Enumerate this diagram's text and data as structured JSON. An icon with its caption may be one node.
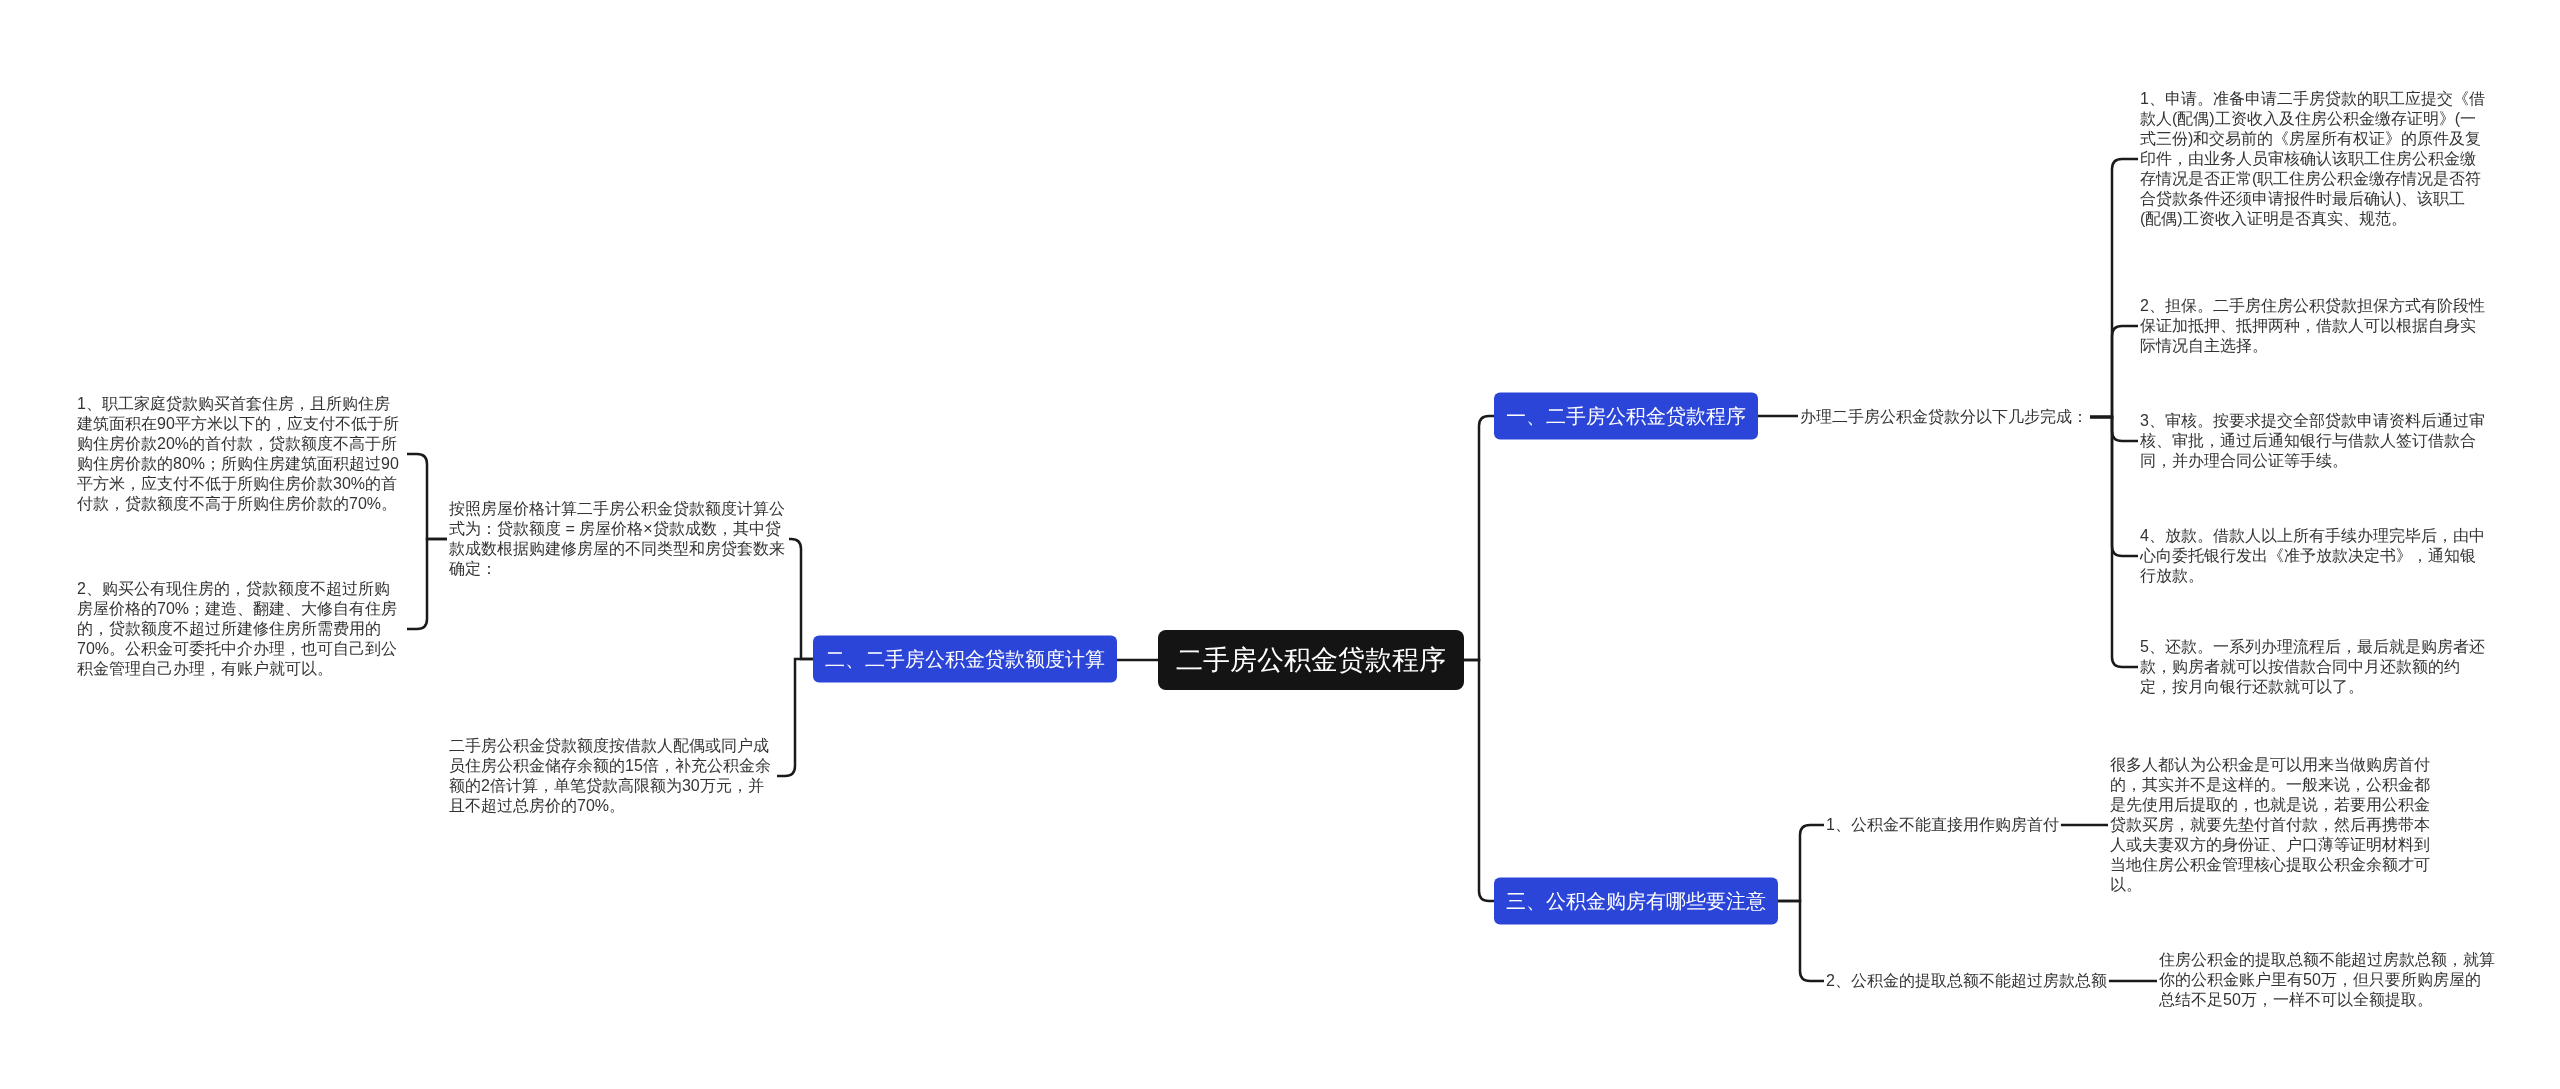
{
  "diagram": {
    "nodes": [
      {
        "text": [
          "二手房公积金贷款程序"
        ]
      },
      {
        "text": [
          "一、二手房公积金贷款程序"
        ]
      },
      {
        "text": [
          "办理二手房公积金贷款分以下几步完成："
        ]
      },
      {
        "text": [
          "1、申请。准备申请二手房贷款的职工应提交《借款人(配偶)工资收入及住房公积金缴存证明》(一式三份)和交易前的《房屋所有权证》的原件及复印件，由业务人员审核确认该职工住房公积金缴存情况是否正常(职工住房公积金缴存情况是否符合贷款条件还须申请报件时最后确认)、该职工(配偶)工资收入证明是否真实、规范。"
        ]
      },
      {
        "text": [
          "2、担保。二手房住房公积贷款担保方式有阶段性保证加抵押、抵押两种，借款人可以根据自身实际情况自主选择。"
        ]
      },
      {
        "text": [
          "3、审核。按要求提交全部贷款申请资料后通过审核、审批，通过后通知银行与借款人签订借款合同，并办理合同公证等手续。"
        ]
      },
      {
        "text": [
          "4、放款。借款人以上所有手续办理完毕后，由中心向委托银行发出《准予放款决定书》，通知银行放款。"
        ]
      },
      {
        "text": [
          "5、还款。一系列办理流程后，最后就是购房者还款，购房者就可以按借款合同中月还款额的约定，按月向银行还款就可以了。"
        ]
      },
      {
        "text": [
          "二、二手房公积金贷款额度计算"
        ]
      },
      {
        "text": [
          "按照房屋价格计算二手房公积金贷款额度计算公式为：贷款额度 = 房屋价格×贷款成数，其中贷款成数根据购建修房屋的不同类型和房贷套数来确定："
        ]
      },
      {
        "text": [
          "1、职工家庭贷款购买首套住房，且所购住房建筑面积在90平方米以下的，应支付不低于所购住房价款20%的首付款，贷款额度不高于所购住房价款的80%；所购住房建筑面积超过90平方米，应支付不低于所购住房价款30%的首付款，贷款额度不高于所购住房价款的70%。"
        ]
      },
      {
        "text": [
          "2、购买公有现住房的，贷款额度不超过所购房屋价格的70%；建造、翻建、大修自有住房的，贷款额度不超过所建修住房所需费用的70%。公积金可委托中介办理，也可自己到公积金管理自己办理，有账户就可以。"
        ]
      },
      {
        "text": [
          "二手房公积金贷款额度按借款人配偶或同户成员住房公积金储存余额的15倍，补充公积金余额的2倍计算，单笔贷款高限额为30万元，并且不超过总房价的70%。"
        ]
      },
      {
        "text": [
          "三、公积金购房有哪些要注意"
        ]
      },
      {
        "text": [
          "1、公积金不能直接用作购房首付"
        ]
      },
      {
        "text": [
          "很多人都认为公积金是可以用来当做购房首付的，其实并不是这样的。一般来说，公积金都是先使用后提取的，也就是说，若要用公积金贷款买房，就要先垫付首付款，然后再携带本人或夫妻双方的身份证、户口薄等证明材料到当地住房公积金管理核心提取公积金余额才可以。"
        ]
      },
      {
        "text": [
          "2、公积金的提取总额不能超过房款总额"
        ]
      },
      {
        "text": [
          "住房公积金的提取总额不能超过房款总额，就算你的公积金账户里有50万，但只要所购房屋的总结不足50万，一样不可以全额提取。"
        ]
      }
    ],
    "edges": [
      {
        "from": 0,
        "to": 1,
        "arrow": "none"
      },
      {
        "from": 0,
        "to": 8,
        "arrow": "none"
      },
      {
        "from": 0,
        "to": 13,
        "arrow": "none"
      },
      {
        "from": 1,
        "to": 2,
        "arrow": "none"
      },
      {
        "from": 2,
        "to": 3,
        "arrow": "none"
      },
      {
        "from": 2,
        "to": 4,
        "arrow": "none"
      },
      {
        "from": 2,
        "to": 5,
        "arrow": "none"
      },
      {
        "from": 2,
        "to": 6,
        "arrow": "none"
      },
      {
        "from": 2,
        "to": 7,
        "arrow": "none"
      },
      {
        "from": 8,
        "to": 9,
        "arrow": "none"
      },
      {
        "from": 8,
        "to": 12,
        "arrow": "none"
      },
      {
        "from": 9,
        "to": 10,
        "arrow": "none"
      },
      {
        "from": 9,
        "to": 11,
        "arrow": "none"
      },
      {
        "from": 13,
        "to": 14,
        "arrow": "none"
      },
      {
        "from": 13,
        "to": 16,
        "arrow": "none"
      },
      {
        "from": 14,
        "to": 15,
        "arrow": "none"
      },
      {
        "from": 16,
        "to": 17,
        "arrow": "none"
      }
    ]
  }
}
